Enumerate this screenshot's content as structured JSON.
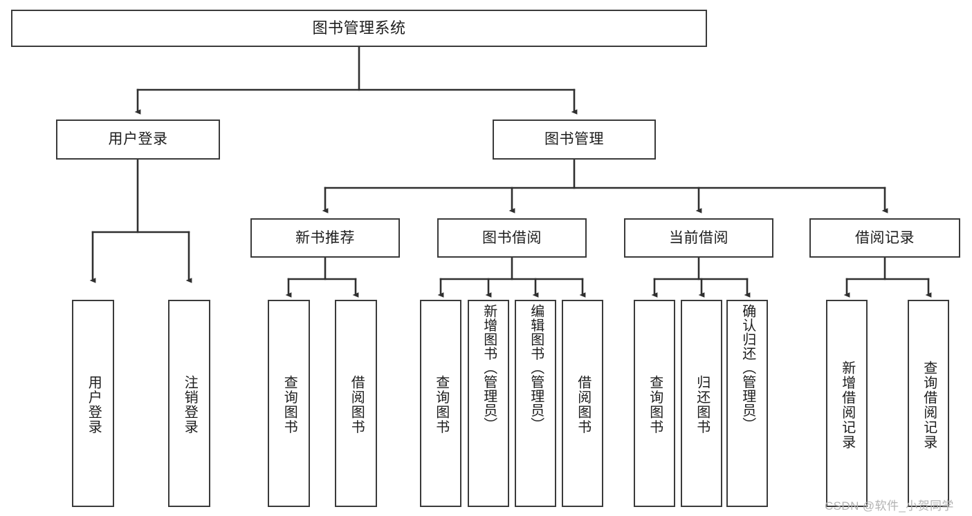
{
  "diagram": {
    "type": "hierarchy-tree",
    "title": "图书管理系统",
    "orientation": "top-down",
    "levels": 4,
    "nodes": {
      "root": {
        "label": "图书管理系统"
      },
      "level2": [
        {
          "id": "user-login",
          "label": "用户登录"
        },
        {
          "id": "book-manage",
          "label": "图书管理"
        }
      ],
      "level3": [
        {
          "id": "new-book-recommend",
          "label": "新书推荐"
        },
        {
          "id": "book-borrow",
          "label": "图书借阅"
        },
        {
          "id": "current-borrow",
          "label": "当前借阅"
        },
        {
          "id": "borrow-record",
          "label": "借阅记录"
        }
      ],
      "leaves": {
        "user-login": [
          {
            "id": "leaf-user-login",
            "label": "用户登录"
          },
          {
            "id": "leaf-logout",
            "label": "注销登录"
          }
        ],
        "new-book-recommend": [
          {
            "id": "leaf-query-book-1",
            "label": "查询图书"
          },
          {
            "id": "leaf-borrow-book-1",
            "label": "借阅图书"
          }
        ],
        "book-borrow": [
          {
            "id": "leaf-query-book-2",
            "label": "查询图书"
          },
          {
            "id": "leaf-add-book",
            "label": "新增图书（管理员）"
          },
          {
            "id": "leaf-edit-book",
            "label": "编辑图书（管理员）"
          },
          {
            "id": "leaf-borrow-book-2",
            "label": "借阅图书"
          }
        ],
        "current-borrow": [
          {
            "id": "leaf-query-book-3",
            "label": "查询图书"
          },
          {
            "id": "leaf-return-book",
            "label": "归还图书"
          },
          {
            "id": "leaf-confirm-return",
            "label": "确认归还（管理员）"
          }
        ],
        "borrow-record": [
          {
            "id": "leaf-add-record",
            "label": "新增借阅记录"
          },
          {
            "id": "leaf-query-record",
            "label": "查询借阅记录"
          }
        ]
      }
    },
    "colors": {
      "border": "#3a3a3a",
      "background": "#ffffff",
      "text": "#1d1d1d",
      "edge": "#2f2f2f",
      "watermark": "#b3b3b3"
    }
  },
  "watermark": {
    "text": "CSDN @软件_小贺同学"
  }
}
